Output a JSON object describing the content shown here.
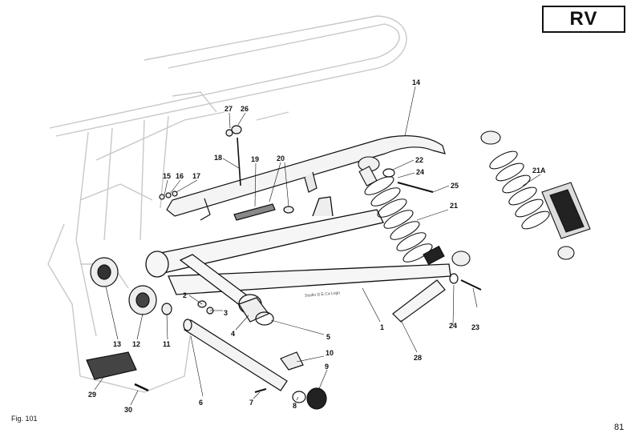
{
  "header": {
    "model_code": "RV"
  },
  "figure_label": "Fig. 101",
  "page_number": "81",
  "studio_credit": "Studio D.E.Ca Lugo",
  "part_numbers": [
    "1",
    "2",
    "3",
    "4",
    "5",
    "6",
    "7",
    "8",
    "9",
    "10",
    "11",
    "12",
    "13",
    "14",
    "15",
    "16",
    "17",
    "18",
    "19",
    "20",
    "21",
    "21A",
    "22",
    "23",
    "24",
    "24",
    "25",
    "26",
    "27",
    "28",
    "29",
    "30"
  ],
  "icons": {
    "diagram": "exploded-swingarm-diagram"
  }
}
